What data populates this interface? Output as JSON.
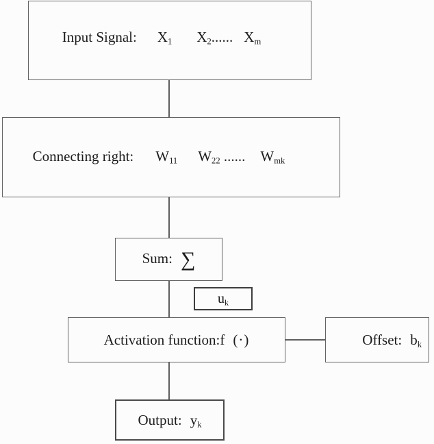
{
  "colors": {
    "background": "#fcfcfc",
    "line": "#5e5e5e",
    "text": "#1c1c1c"
  },
  "boxes": {
    "input": {
      "label": "Input Signal:",
      "items": [
        {
          "base": "X",
          "sub": "1",
          "trail": ""
        },
        {
          "base": "X",
          "sub": "2",
          "trail": "......"
        },
        {
          "base": "X",
          "sub": "m",
          "trail": ""
        }
      ]
    },
    "connecting": {
      "label": "Connecting right:",
      "items": [
        {
          "base": "W",
          "sub": "11",
          "trail": ""
        },
        {
          "base": "W",
          "sub": "22",
          "trail": " ......"
        },
        {
          "base": "W",
          "sub": "mk",
          "trail": ""
        }
      ]
    },
    "sum": {
      "label": "Sum:",
      "symbol": "∑"
    },
    "u": {
      "base": "u",
      "sub": "k"
    },
    "activation": {
      "label": "Activation function:f",
      "parens": "(·)"
    },
    "offset": {
      "label": "Offset:",
      "value_base": "b",
      "value_sub": "k"
    },
    "output": {
      "label": "Output:",
      "value_base": "y",
      "value_sub": "k"
    }
  }
}
